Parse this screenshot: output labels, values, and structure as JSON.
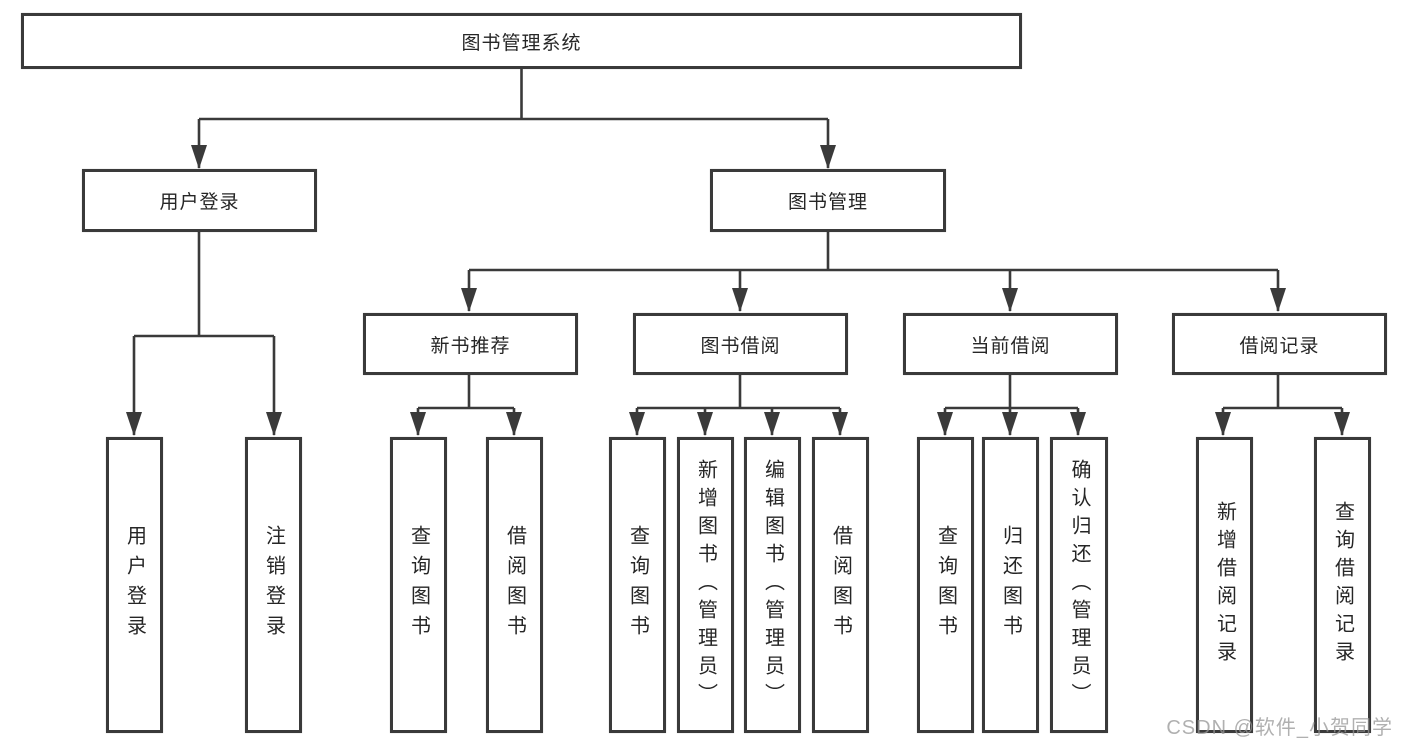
{
  "diagram": {
    "root": "图书管理系统",
    "branches": {
      "user_login": {
        "label": "用户登录",
        "children": [
          "用户登录",
          "注销登录"
        ]
      },
      "book_management": {
        "label": "图书管理",
        "sections": {
          "new_book_recommend": {
            "label": "新书推荐",
            "children": [
              "查询图书",
              "借阅图书"
            ]
          },
          "book_borrowing": {
            "label": "图书借阅",
            "children": [
              "查询图书",
              "新增图书（管理员）",
              "编辑图书（管理员）",
              "借阅图书"
            ]
          },
          "current_borrowing": {
            "label": "当前借阅",
            "children": [
              "查询图书",
              "归还图书",
              "确认归还（管理员）"
            ]
          },
          "borrowing_records": {
            "label": "借阅记录",
            "children": [
              "新增借阅记录",
              "查询借阅记录"
            ]
          }
        }
      }
    },
    "line_color": "#3a3a3a",
    "background": "#ffffff"
  },
  "watermark": "CSDN @软件_小贺同学"
}
